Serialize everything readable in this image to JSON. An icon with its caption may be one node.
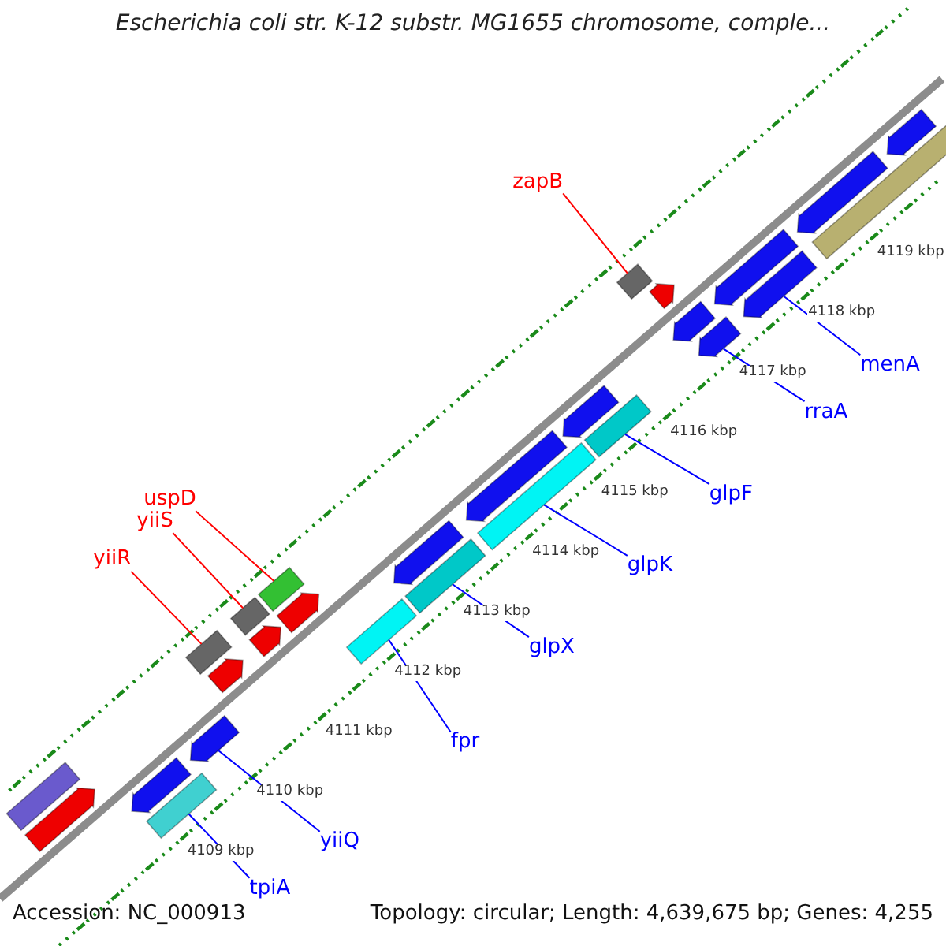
{
  "diagram": {
    "title": "Escherichia coli str. K-12 substr. MG1655 chromosome, comple...",
    "nodes": [
      {
        "text": [
          "zapB"
        ]
      },
      {
        "text": [
          "menA"
        ]
      },
      {
        "text": [
          "rraA"
        ]
      },
      {
        "text": [
          "glpF"
        ]
      },
      {
        "text": [
          "uspD"
        ]
      },
      {
        "text": [
          "yiiS"
        ]
      },
      {
        "text": [
          "yiiR"
        ]
      },
      {
        "text": [
          "glpK"
        ]
      },
      {
        "text": [
          "glpX"
        ]
      },
      {
        "text": [
          "fpr"
        ]
      },
      {
        "text": [
          "yiiQ"
        ]
      },
      {
        "text": [
          "tpiA"
        ]
      },
      {
        "text": [],
        "shape": "bar"
      },
      {
        "text": [],
        "shape": "bar"
      },
      {
        "text": [],
        "shape": "bar"
      },
      {
        "text": [],
        "shape": "bar"
      },
      {
        "text": [],
        "shape": "bar"
      },
      {
        "text": [],
        "shape": "bar"
      },
      {
        "text": [],
        "shape": "bar"
      },
      {
        "text": [],
        "shape": "bar"
      },
      {
        "text": [],
        "shape": "bar"
      },
      {
        "text": [],
        "shape": "bar"
      },
      {
        "text": [],
        "shape": "bar"
      },
      {
        "text": [],
        "shape": "bar"
      },
      {
        "text": [],
        "shape": "bar"
      },
      {
        "text": [],
        "shape": "bar"
      },
      {
        "text": [],
        "shape": "bar"
      },
      {
        "text": [],
        "shape": "bar"
      },
      {
        "text": [],
        "shape": "bar"
      },
      {
        "text": [],
        "shape": "bar"
      },
      {
        "text": [],
        "shape": "bar"
      },
      {
        "text": [],
        "shape": "bar"
      },
      {
        "text": [],
        "shape": "bar"
      },
      {
        "text": [],
        "shape": "bar"
      },
      {
        "text": [],
        "shape": "bar"
      },
      {
        "text": [],
        "shape": "bar"
      },
      {
        "text": [],
        "shape": "bar"
      },
      {
        "text": [],
        "shape": "bar"
      },
      {
        "text": [],
        "shape": "bar"
      }
    ],
    "edges": [
      {
        "from": 0,
        "to": 12,
        "arrow": "none",
        "color": "#ff0000"
      },
      {
        "from": 1,
        "to": 13,
        "arrow": "none"
      },
      {
        "from": 2,
        "to": 14,
        "arrow": "none"
      },
      {
        "from": 3,
        "to": 15,
        "arrow": "none"
      },
      {
        "from": 4,
        "to": 16,
        "arrow": "none",
        "color": "#ff0000"
      },
      {
        "from": 5,
        "to": 17,
        "arrow": "none",
        "color": "#ff0000"
      },
      {
        "from": 6,
        "to": 18,
        "arrow": "none",
        "color": "#ff0000"
      },
      {
        "from": 7,
        "to": 19,
        "arrow": "none"
      },
      {
        "from": 8,
        "to": 20,
        "arrow": "none"
      },
      {
        "from": 9,
        "to": 21,
        "arrow": "none"
      },
      {
        "from": 10,
        "to": 22,
        "arrow": "none"
      },
      {
        "from": 11,
        "to": 23,
        "arrow": "none"
      }
    ],
    "labels": [
      "4109 kbp",
      "4110 kbp",
      "4111 kbp",
      "4112 kbp",
      "4113 kbp",
      "4114 kbp",
      "4115 kbp",
      "4116 kbp",
      "4117 kbp",
      "4118 kbp",
      "4119 kbp",
      "Accession: NC_000913",
      "Topology: circular; Length: 4,639,675 bp; Genes: 4,255"
    ]
  }
}
